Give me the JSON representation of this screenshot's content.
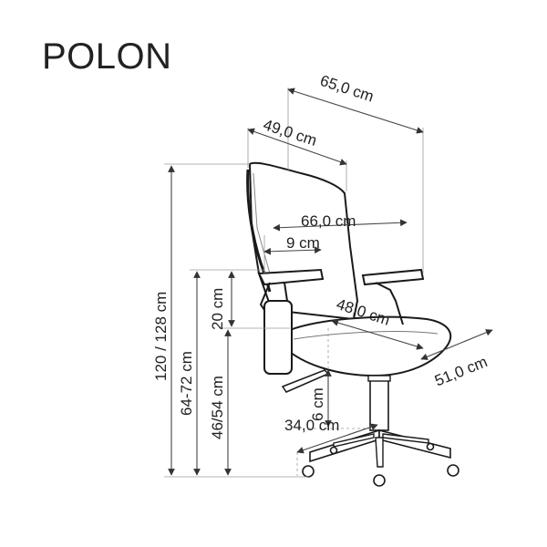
{
  "product": {
    "name": "POLON"
  },
  "dimensions": {
    "overall_depth": "65,0 cm",
    "backrest_width": "49,0 cm",
    "armrest_span": "66,0 cm",
    "armrest_width": "9 cm",
    "seat_depth": "48,0 cm",
    "seat_width": "51,0 cm",
    "total_height": "120 / 128 cm",
    "armrest_height": "64-72 cm",
    "seat_height": "46/54 cm",
    "armrest_adjust": "20 cm",
    "base_height": "6 cm",
    "base_radius": "34,0 cm"
  }
}
